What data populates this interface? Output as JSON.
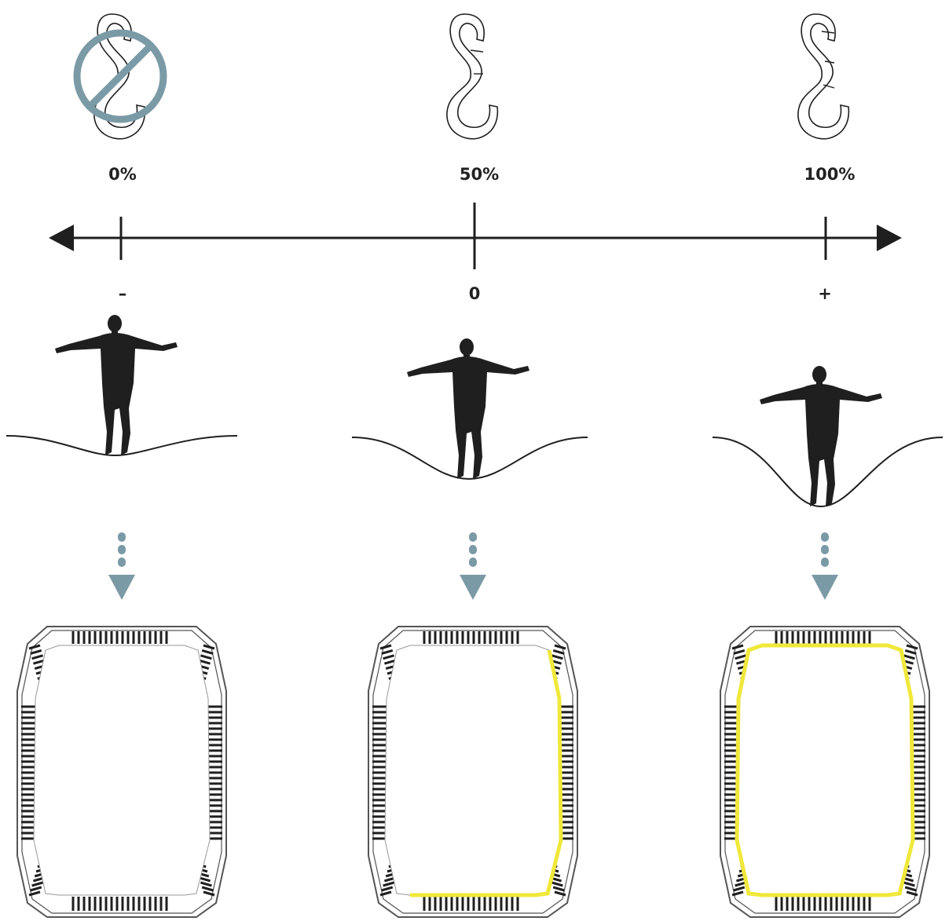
{
  "colors": {
    "ink": "#1f1f1f",
    "accent": "#7a9aa6",
    "highlight": "#f0e83a",
    "frame_stroke": "#555555"
  },
  "columns": [
    {
      "id": "left",
      "percent_label": "0%",
      "axis_label": "–",
      "hook_icon": "s-hook-icon",
      "hook_closed_fraction": 0,
      "hook_prohibited": true,
      "sag_depth": 0.3,
      "frame_highlight": "none"
    },
    {
      "id": "center",
      "percent_label": "50%",
      "axis_label": "0",
      "hook_icon": "s-hook-icon",
      "hook_closed_fraction": 0.5,
      "hook_prohibited": false,
      "sag_depth": 0.6,
      "frame_highlight": "partial"
    },
    {
      "id": "right",
      "percent_label": "100%",
      "axis_label": "+",
      "hook_icon": "s-hook-icon",
      "hook_closed_fraction": 1,
      "hook_prohibited": false,
      "sag_depth": 1,
      "frame_highlight": "full"
    }
  ],
  "axis": {
    "arrows": "both",
    "icons": [
      "arrow-left-icon",
      "arrow-right-icon"
    ]
  }
}
